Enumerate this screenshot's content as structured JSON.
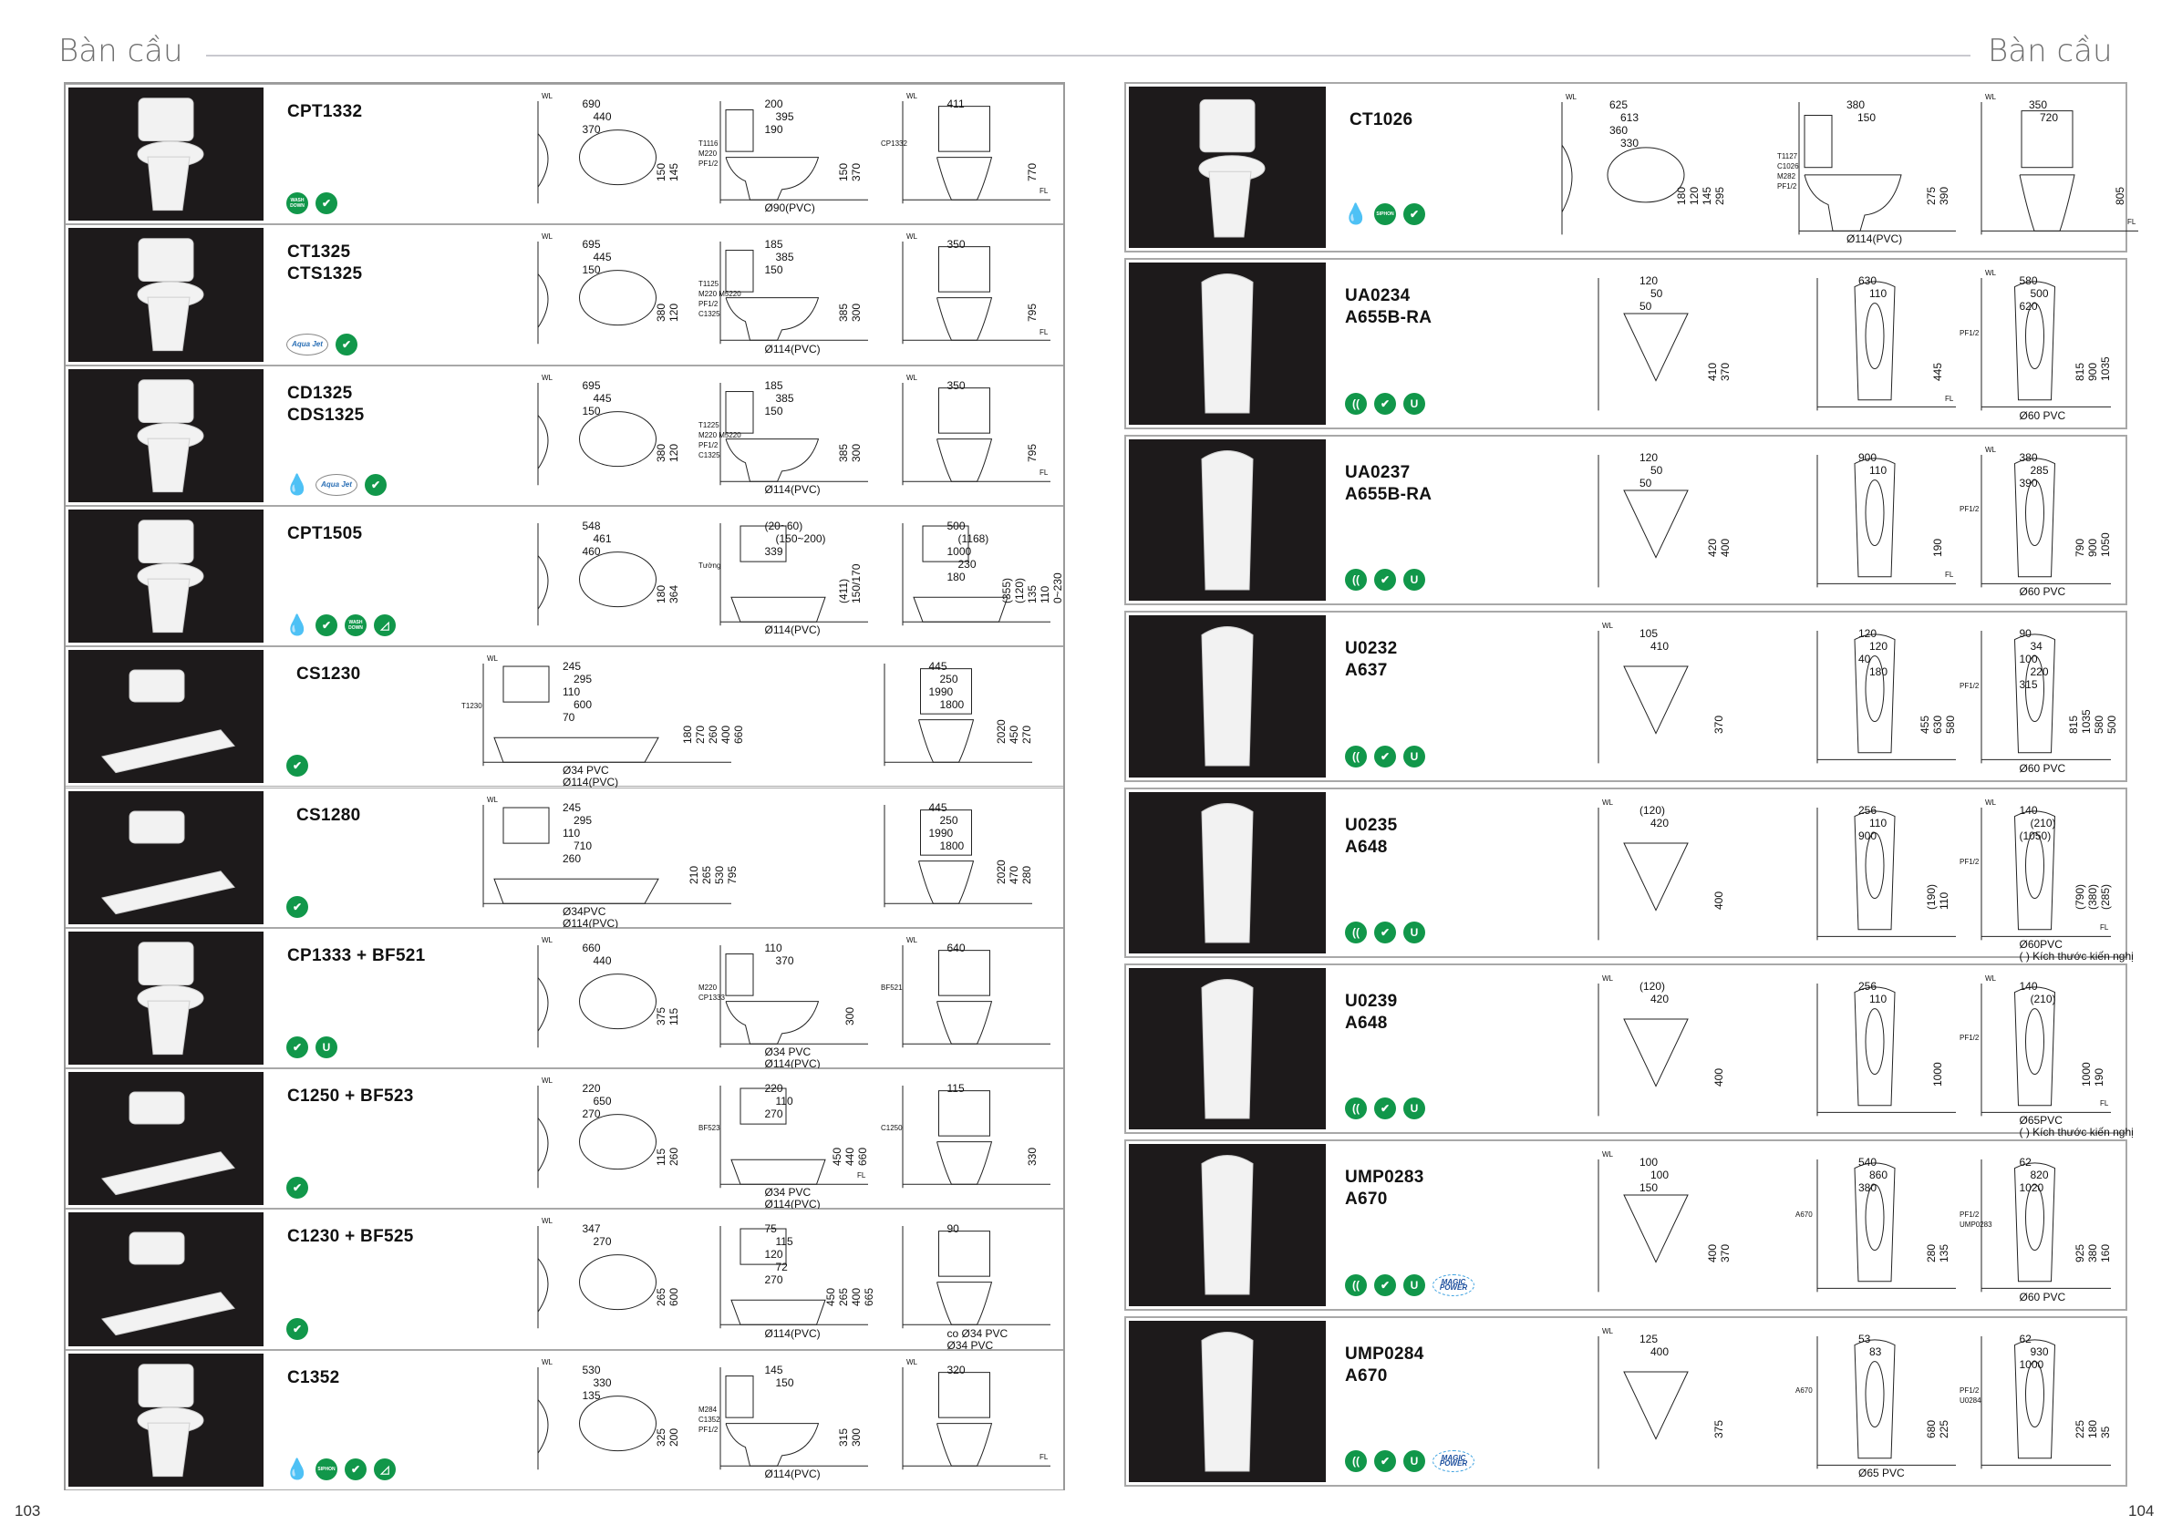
{
  "header": {
    "left_title": "Bàn cầu",
    "right_title": "Bàn cầu"
  },
  "footer": {
    "left_page": "103",
    "right_page": "104"
  },
  "badge_labels": {
    "wash": "WASH DOWN",
    "siphon": "SIPHON",
    "aqua": "Aqua Jet",
    "magic": "MAGIC POWER"
  },
  "left_products": [
    {
      "names": [
        "CPT1332"
      ],
      "badges": [
        "wash",
        "eco"
      ],
      "drawings": [
        [
          "WL",
          "690",
          "440",
          "370",
          "150",
          "145"
        ],
        [
          "200",
          "395",
          "T1116",
          "M220",
          "PF1/2",
          "190",
          "150",
          "370",
          "Ø90(PVC)"
        ],
        [
          "WL",
          "411",
          "770",
          "CP1332",
          "FL"
        ]
      ]
    },
    {
      "names": [
        "CT1325",
        "CTS1325"
      ],
      "badges": [
        "aqua",
        "eco"
      ],
      "drawings": [
        [
          "WL",
          "695",
          "445",
          "150",
          "380",
          "120"
        ],
        [
          "185",
          "385",
          "T1125",
          "M220 M5220",
          "PF1/2",
          "150",
          "385",
          "C1325",
          "300",
          "Ø114(PVC)"
        ],
        [
          "WL",
          "350",
          "795",
          "FL"
        ]
      ]
    },
    {
      "names": [
        "CD1325",
        "CDS1325"
      ],
      "badges": [
        "water",
        "aqua",
        "eco"
      ],
      "drawings": [
        [
          "WL",
          "695",
          "445",
          "150",
          "380",
          "120"
        ],
        [
          "185",
          "385",
          "T1225",
          "M220 M5220",
          "PF1/2",
          "150",
          "385",
          "C1325",
          "300",
          "Ø114(PVC)"
        ],
        [
          "WL",
          "350",
          "795",
          "FL"
        ]
      ]
    },
    {
      "names": [
        "CPT1505"
      ],
      "badges": [
        "water",
        "eco",
        "wash",
        "rim"
      ],
      "drawings": [
        [
          "548",
          "461",
          "460",
          "180",
          "364"
        ],
        [
          "(20~60)",
          "(150~200)",
          "Tường",
          "339",
          "(411)",
          "Ø114(PVC)",
          "150/170"
        ],
        [
          "500",
          "(1168)",
          "1000",
          "230",
          "180",
          "(355)",
          "(120)",
          "135",
          "110",
          "0~230"
        ]
      ]
    },
    {
      "names": [
        "CS1230"
      ],
      "badges": [
        "eco"
      ],
      "drawings": [
        [
          "WL",
          "245",
          "295",
          "T1230",
          "110",
          "Ø34 PVC",
          "600",
          "70",
          "180",
          "270",
          "260",
          "400",
          "660",
          "Ø114(PVC)"
        ],
        [
          "445",
          "250",
          "1990",
          "1800",
          "2020",
          "450",
          "270"
        ]
      ]
    },
    {
      "names": [
        "CS1280"
      ],
      "badges": [
        "eco"
      ],
      "drawings": [
        [
          "WL",
          "245",
          "295",
          "110",
          "Ø34PVC",
          "710",
          "260",
          "210",
          "265",
          "530",
          "795",
          "Ø114(PVC)"
        ],
        [
          "445",
          "250",
          "1990",
          "1800",
          "2020",
          "470",
          "280"
        ]
      ]
    },
    {
      "names": [
        "CP1333 + BF521"
      ],
      "badges": [
        "eco",
        "glaze"
      ],
      "drawings": [
        [
          "WL",
          "660",
          "440",
          "375",
          "115"
        ],
        [
          "110",
          "Ø34 PVC",
          "M220",
          "370",
          "CP1333",
          "300",
          "Ø114(PVC)"
        ],
        [
          "WL",
          "BF521",
          "640"
        ]
      ]
    },
    {
      "names": [
        "C1250 + BF523"
      ],
      "badges": [
        "eco"
      ],
      "drawings": [
        [
          "WL",
          "220",
          "650",
          "270",
          "115",
          "260"
        ],
        [
          "Ø34 PVC",
          "BF523",
          "220",
          "110",
          "FL",
          "270",
          "450",
          "440",
          "660",
          "Ø114(PVC)"
        ],
        [
          "115",
          "330",
          "C1250"
        ]
      ]
    },
    {
      "names": [
        "C1230 + BF525"
      ],
      "badges": [
        "eco"
      ],
      "drawings": [
        [
          "WL",
          "347",
          "270",
          "265",
          "600"
        ],
        [
          "75",
          "115",
          "120",
          "72",
          "270",
          "450",
          "265",
          "400",
          "665",
          "Ø114(PVC)"
        ],
        [
          "co Ø34 PVC",
          "Ø34 PVC",
          "90"
        ]
      ]
    },
    {
      "names": [
        "C1352"
      ],
      "badges": [
        "water",
        "siphon",
        "eco",
        "rim"
      ],
      "drawings": [
        [
          "WL",
          "530",
          "330",
          "135",
          "325",
          "200"
        ],
        [
          "145",
          "M284",
          "C1352",
          "PF1/2",
          "150",
          "315",
          "300",
          "Ø114(PVC)"
        ],
        [
          "WL",
          "320",
          "FL"
        ]
      ]
    }
  ],
  "right_products": [
    {
      "names": [
        "CT1026"
      ],
      "badges": [
        "water",
        "siphon",
        "eco"
      ],
      "drawings": [
        [
          "WL",
          "625",
          "613",
          "360",
          "330",
          "180",
          "120",
          "145",
          "295"
        ],
        [
          "T1127",
          "380",
          "C1026",
          "M282",
          "PF1/2",
          "150",
          "275",
          "390",
          "Ø114(PVC)"
        ],
        [
          "WL",
          "350",
          "720",
          "805",
          "FL"
        ]
      ]
    },
    {
      "names": [
        "UA0234",
        "A655B-RA"
      ],
      "badges": [
        "sensor",
        "eco",
        "glaze"
      ],
      "drawings": [
        [
          "120",
          "50",
          "50",
          "410",
          "370"
        ],
        [
          "630",
          "110",
          "445",
          "FL"
        ],
        [
          "WL",
          "PF1/2",
          "580",
          "Ø60 PVC",
          "500",
          "620",
          "815",
          "900",
          "1035"
        ]
      ]
    },
    {
      "names": [
        "UA0237",
        "A655B-RA"
      ],
      "badges": [
        "sensor",
        "eco",
        "glaze"
      ],
      "drawings": [
        [
          "120",
          "50",
          "50",
          "420",
          "400"
        ],
        [
          "900",
          "110",
          "190",
          "FL"
        ],
        [
          "WL",
          "PF1/2",
          "380",
          "Ø60 PVC",
          "285",
          "390",
          "790",
          "900",
          "1050"
        ]
      ]
    },
    {
      "names": [
        "U0232",
        "A637"
      ],
      "badges": [
        "sensor",
        "eco",
        "glaze"
      ],
      "drawings": [
        [
          "105",
          "WL",
          "410",
          "370"
        ],
        [
          "120",
          "120",
          "40",
          "180",
          "455",
          "630",
          "580"
        ],
        [
          "90",
          "34",
          "PF1/2",
          "100",
          "220",
          "315",
          "815",
          "1035",
          "580",
          "500",
          "Ø60 PVC"
        ]
      ]
    },
    {
      "names": [
        "U0235",
        "A648"
      ],
      "badges": [
        "sensor",
        "eco",
        "glaze"
      ],
      "drawings": [
        [
          "(120)",
          "WL",
          "420",
          "400"
        ],
        [
          "256",
          "110",
          "900",
          "(190)",
          "110"
        ],
        [
          "140",
          "WL",
          "PF1/2",
          "(210)",
          "(1050)",
          "(790)",
          "(380)",
          "(285)",
          "FL",
          "Ø60PVC",
          "( ) Kích thước kiến nghị"
        ]
      ]
    },
    {
      "names": [
        "U0239",
        "A648"
      ],
      "badges": [
        "sensor",
        "eco",
        "glaze"
      ],
      "drawings": [
        [
          "(120)",
          "WL",
          "420",
          "400"
        ],
        [
          "256",
          "110",
          "1000"
        ],
        [
          "140",
          "WL",
          "PF1/2",
          "(210)",
          "1000",
          "190",
          "FL",
          "Ø65PVC",
          "( ) Kích thước kiến nghị"
        ]
      ]
    },
    {
      "names": [
        "UMP0283",
        "A670"
      ],
      "badges": [
        "sensor",
        "eco",
        "glaze",
        "magic"
      ],
      "drawings": [
        [
          "100",
          "100",
          "150",
          "WL",
          "400",
          "370"
        ],
        [
          "A670",
          "540",
          "860",
          "380",
          "280",
          "135"
        ],
        [
          "62",
          "PF1/2",
          "UMP0283",
          "820",
          "1020",
          "925",
          "380",
          "160",
          "Ø60 PVC"
        ]
      ]
    },
    {
      "names": [
        "UMP0284",
        "A670"
      ],
      "badges": [
        "sensor",
        "eco",
        "glaze",
        "magic"
      ],
      "drawings": [
        [
          "125",
          "WL",
          "400",
          "375"
        ],
        [
          "53",
          "83",
          "A670",
          "680",
          "225",
          "Ø65 PVC"
        ],
        [
          "62",
          "PF1/2",
          "U0284",
          "930",
          "1000",
          "225",
          "180",
          "35"
        ]
      ]
    }
  ]
}
